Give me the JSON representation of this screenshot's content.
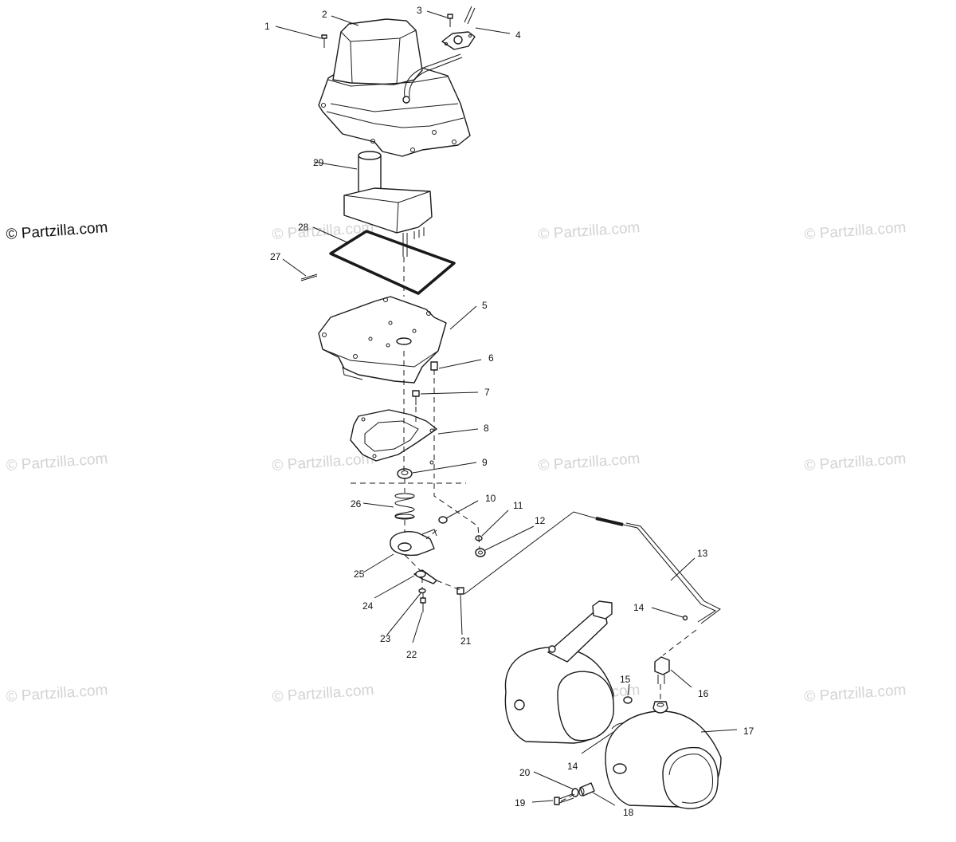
{
  "watermark": {
    "text": "© Partzilla.com",
    "primary_color": "#111111",
    "faded_color": "#d3d3d3"
  },
  "callouts": [
    {
      "id": "1",
      "label": "1"
    },
    {
      "id": "2",
      "label": "2"
    },
    {
      "id": "3",
      "label": "3"
    },
    {
      "id": "4",
      "label": "4"
    },
    {
      "id": "5",
      "label": "5"
    },
    {
      "id": "6",
      "label": "6"
    },
    {
      "id": "7",
      "label": "7"
    },
    {
      "id": "8",
      "label": "8"
    },
    {
      "id": "9",
      "label": "9"
    },
    {
      "id": "10",
      "label": "10"
    },
    {
      "id": "11",
      "label": "11"
    },
    {
      "id": "12",
      "label": "12"
    },
    {
      "id": "13",
      "label": "13"
    },
    {
      "id": "14a",
      "label": "14"
    },
    {
      "id": "14b",
      "label": "14"
    },
    {
      "id": "15",
      "label": "15"
    },
    {
      "id": "16",
      "label": "16"
    },
    {
      "id": "17",
      "label": "17"
    },
    {
      "id": "18",
      "label": "18"
    },
    {
      "id": "19",
      "label": "19"
    },
    {
      "id": "20",
      "label": "20"
    },
    {
      "id": "21",
      "label": "21"
    },
    {
      "id": "22",
      "label": "22"
    },
    {
      "id": "23",
      "label": "23"
    },
    {
      "id": "24",
      "label": "24"
    },
    {
      "id": "25",
      "label": "25"
    },
    {
      "id": "26",
      "label": "26"
    },
    {
      "id": "27",
      "label": "27"
    },
    {
      "id": "28",
      "label": "28"
    },
    {
      "id": "29",
      "label": "29"
    }
  ]
}
